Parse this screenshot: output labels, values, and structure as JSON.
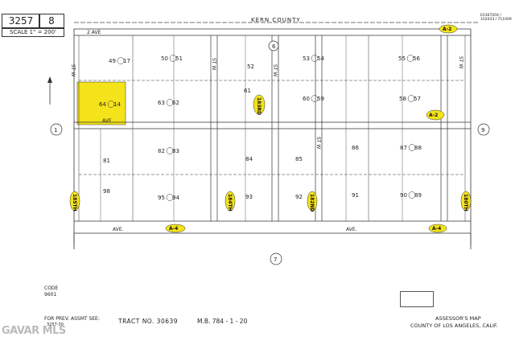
{
  "header": {
    "book_no": "3257",
    "page_no": "8",
    "scale": "SCALE 1\" = 200'",
    "county_line": "KERN   COUNTY",
    "corner_note": "E0367004 / 102033 / 711009"
  },
  "streets": {
    "top": "2 AVE",
    "bottom_left": "AVE.",
    "bottom_right": "AVE.",
    "mid": "AVE",
    "st_w_1": "ST W",
    "st_w_2": "ST W",
    "st_w_3": "ST W",
    "st_w_4": "ST W",
    "st_w_5": "ST W"
  },
  "highlights": [
    {
      "id": "185th",
      "label": "185TH",
      "kind": "oval"
    },
    {
      "id": "184th",
      "label": "184TH",
      "kind": "oval"
    },
    {
      "id": "183rd",
      "label": "183RD",
      "kind": "oval"
    },
    {
      "id": "182nd",
      "label": "182ND",
      "kind": "oval"
    },
    {
      "id": "180th",
      "label": "180TH",
      "kind": "oval"
    },
    {
      "id": "a2-top",
      "label": "A-2",
      "kind": "oval"
    },
    {
      "id": "a2-mid",
      "label": "A-2",
      "kind": "oval"
    },
    {
      "id": "a4-left",
      "label": "A-4",
      "kind": "oval"
    },
    {
      "id": "a4-right",
      "label": "A-4",
      "kind": "oval"
    }
  ],
  "lots": [
    {
      "id": "49",
      "label": "49",
      "parcel": "17"
    },
    {
      "id": "50",
      "label": "50",
      "parcel": "51"
    },
    {
      "id": "52",
      "label": "52",
      "parcel": ""
    },
    {
      "id": "53",
      "label": "53",
      "parcel": "54"
    },
    {
      "id": "55",
      "label": "55",
      "parcel": "56"
    },
    {
      "id": "64",
      "label": "64",
      "parcel": "14"
    },
    {
      "id": "63",
      "label": "63",
      "parcel": "62"
    },
    {
      "id": "61",
      "label": "61",
      "parcel": ""
    },
    {
      "id": "60",
      "label": "60",
      "parcel": "59"
    },
    {
      "id": "58",
      "label": "58",
      "parcel": "57"
    },
    {
      "id": "82",
      "label": "82",
      "parcel": "83"
    },
    {
      "id": "84",
      "label": "84",
      "parcel": ""
    },
    {
      "id": "85",
      "label": "85",
      "parcel": ""
    },
    {
      "id": "86",
      "label": "86",
      "parcel": ""
    },
    {
      "id": "87",
      "label": "87",
      "parcel": "88"
    },
    {
      "id": "81",
      "label": "81",
      "parcel": ""
    },
    {
      "id": "98",
      "label": "98",
      "parcel": ""
    },
    {
      "id": "95",
      "label": "95",
      "parcel": "94"
    },
    {
      "id": "93",
      "label": "93",
      "parcel": ""
    },
    {
      "id": "92",
      "label": "92",
      "parcel": ""
    },
    {
      "id": "91",
      "label": "91",
      "parcel": ""
    },
    {
      "id": "90",
      "label": "90",
      "parcel": "89"
    }
  ],
  "section_markers": {
    "left": "1",
    "right": "9",
    "top_center": "6",
    "bottom_center": "7"
  },
  "footer": {
    "code_label": "CODE",
    "code_value": "9601",
    "prev_assmt": "FOR PREV. ASSMT SEE:",
    "prev_assmt_ref": "3257-30",
    "tract": "TRACT   NO. 30639",
    "mb": "M.B. 784 - 1 - 20",
    "assessor": "ASSESSOR'S MAP",
    "county": "COUNTY OF LOS ANGELES, CALIF.",
    "watermark": "GAVAR MLS"
  },
  "colors": {
    "highlight": "#f4e21b",
    "line": "#333333",
    "text": "#222222"
  }
}
